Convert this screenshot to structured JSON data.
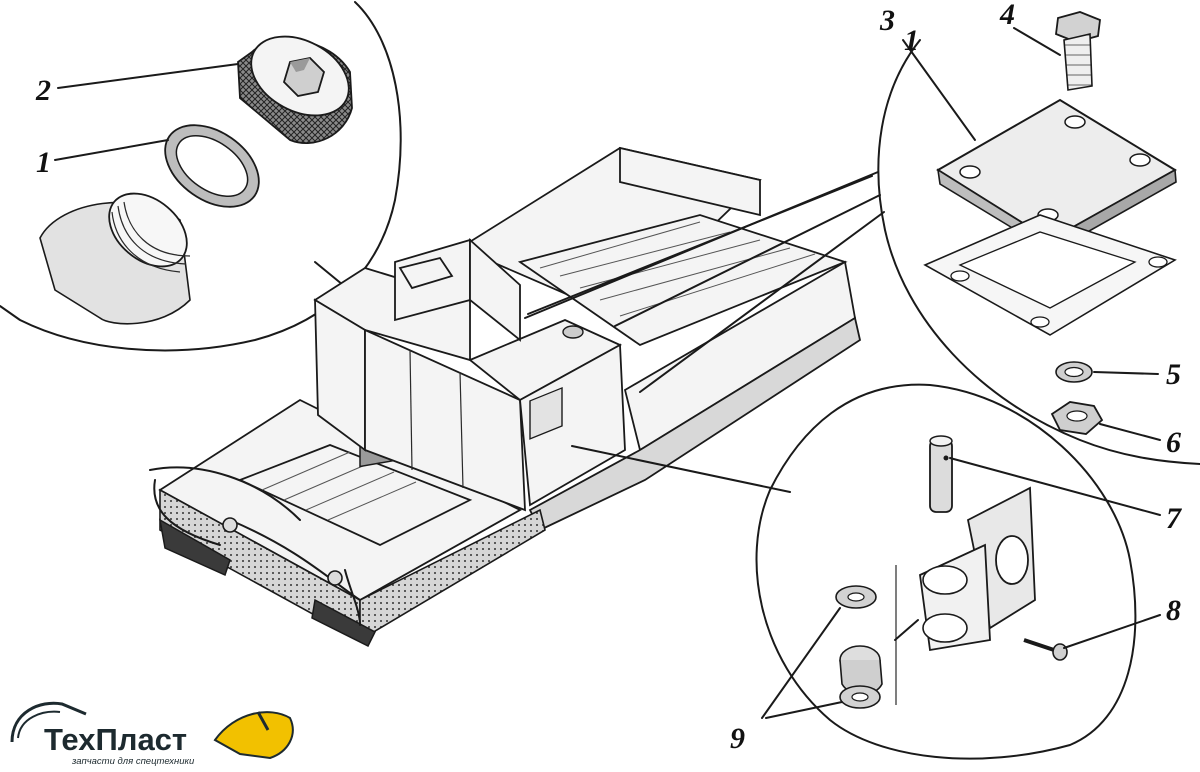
{
  "callouts": {
    "c1_left": "1",
    "c2": "2",
    "c3": "3",
    "c1_right": "1",
    "c4": "4",
    "c5": "5",
    "c6": "6",
    "c7": "7",
    "c8": "8",
    "c9": "9"
  },
  "logo": {
    "brand": "ТехПласт",
    "tagline": "запчасти для спецтехники",
    "colors": {
      "brand_text": "#1d2a2f",
      "bucket": "#f2c100"
    }
  }
}
